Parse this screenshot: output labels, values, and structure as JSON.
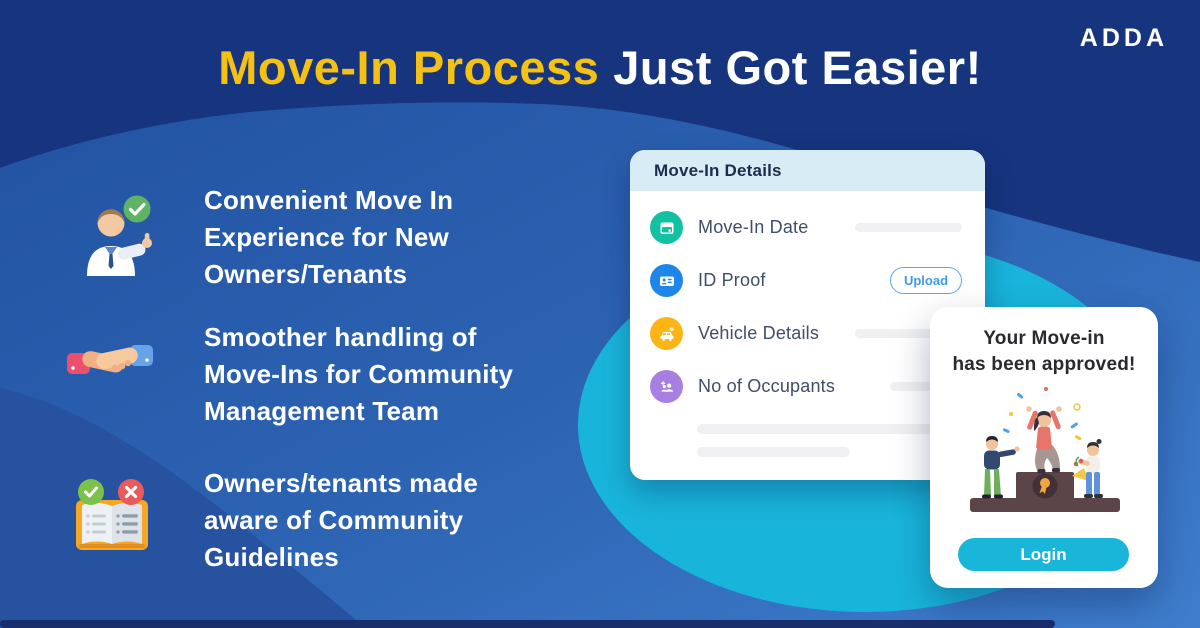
{
  "brand": {
    "logo_text": "ADDA"
  },
  "header": {
    "title_accent": "Move-In Process",
    "title_rest": "Just Got Easier!"
  },
  "features": [
    {
      "icon": "person-approved-icon",
      "text": "Convenient Move In Experience for New Owners/Tenants"
    },
    {
      "icon": "handshake-icon",
      "text": "Smoother handling of Move-Ins for Community Management Team"
    },
    {
      "icon": "guidelines-book-icon",
      "text": "Owners/tenants made aware of Community Guidelines"
    }
  ],
  "move_in_card": {
    "title": "Move-In Details",
    "rows": [
      {
        "icon": "calendar-icon",
        "label": "Move-In Date",
        "color": "#12c1a2",
        "placeholder_bar": true
      },
      {
        "icon": "id-card-icon",
        "label": "ID Proof",
        "color": "#1e86e8",
        "action_label": "Upload"
      },
      {
        "icon": "car-icon",
        "label": "Vehicle Details",
        "color": "#fcb515",
        "placeholder_bar": true
      },
      {
        "icon": "occupants-icon",
        "label": "No of Occupants",
        "color": "#a77fe2",
        "placeholder_bar": true
      }
    ]
  },
  "approval_card": {
    "message_line1": "Your Move-in",
    "message_line2": "has been approved!",
    "login_label": "Login"
  },
  "colors": {
    "background_dark_navy": "#16357e",
    "background_blue_mid": "#2d63b3",
    "background_blue_light": "#3f7ecd",
    "bottom_left_blob": "#27529f",
    "bottom_strip": "#1b2e6c",
    "cyan_blob": "#19b4da",
    "title_yellow": "#f5c113",
    "title_white": "#ffffff",
    "card_header_bg": "#d7ecf4",
    "card_header_text": "#1d2c4e",
    "row_label_text": "#3f4e69",
    "skeleton_bar": "#f0f0f2",
    "upload_button_text": "#3e9be9",
    "login_button_bg": "#19b6da"
  }
}
